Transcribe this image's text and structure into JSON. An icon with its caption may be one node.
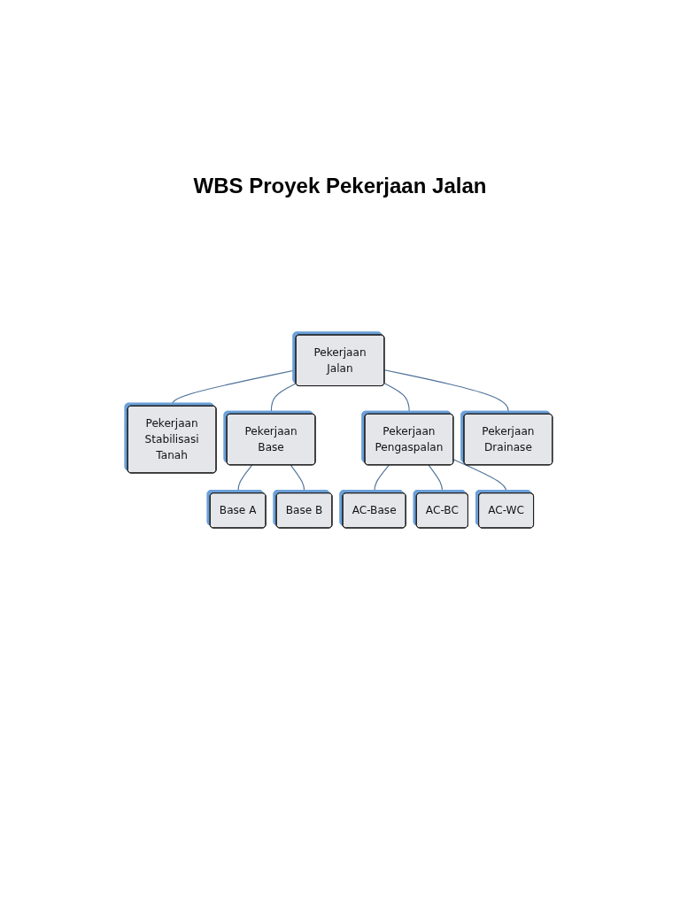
{
  "diagram": {
    "title": "WBS Proyek Pekerjaan Jalan",
    "nodes": [
      {
        "text": [
          "Pekerjaan Jalan"
        ]
      },
      {
        "text": [
          "Pekerjaan Stabilisasi Tanah"
        ]
      },
      {
        "text": [
          "Pekerjaan Base"
        ]
      },
      {
        "text": [
          "Pekerjaan Pengaspalan"
        ]
      },
      {
        "text": [
          "Pekerjaan Drainase"
        ]
      },
      {
        "text": [
          "Base A"
        ]
      },
      {
        "text": [
          "Base B"
        ]
      },
      {
        "text": [
          "AC-Base"
        ]
      },
      {
        "text": [
          "AC-BC"
        ]
      },
      {
        "text": [
          "AC-WC"
        ]
      }
    ],
    "edges": [
      {
        "from": 0,
        "to": 1,
        "arrow": "none"
      },
      {
        "from": 0,
        "to": 2,
        "arrow": "none"
      },
      {
        "from": 0,
        "to": 3,
        "arrow": "none"
      },
      {
        "from": 0,
        "to": 4,
        "arrow": "none"
      },
      {
        "from": 2,
        "to": 5,
        "arrow": "none"
      },
      {
        "from": 2,
        "to": 6,
        "arrow": "none"
      },
      {
        "from": 3,
        "to": 7,
        "arrow": "none"
      },
      {
        "from": 3,
        "to": 8,
        "arrow": "none"
      },
      {
        "from": 3,
        "to": 9,
        "arrow": "none"
      }
    ]
  }
}
